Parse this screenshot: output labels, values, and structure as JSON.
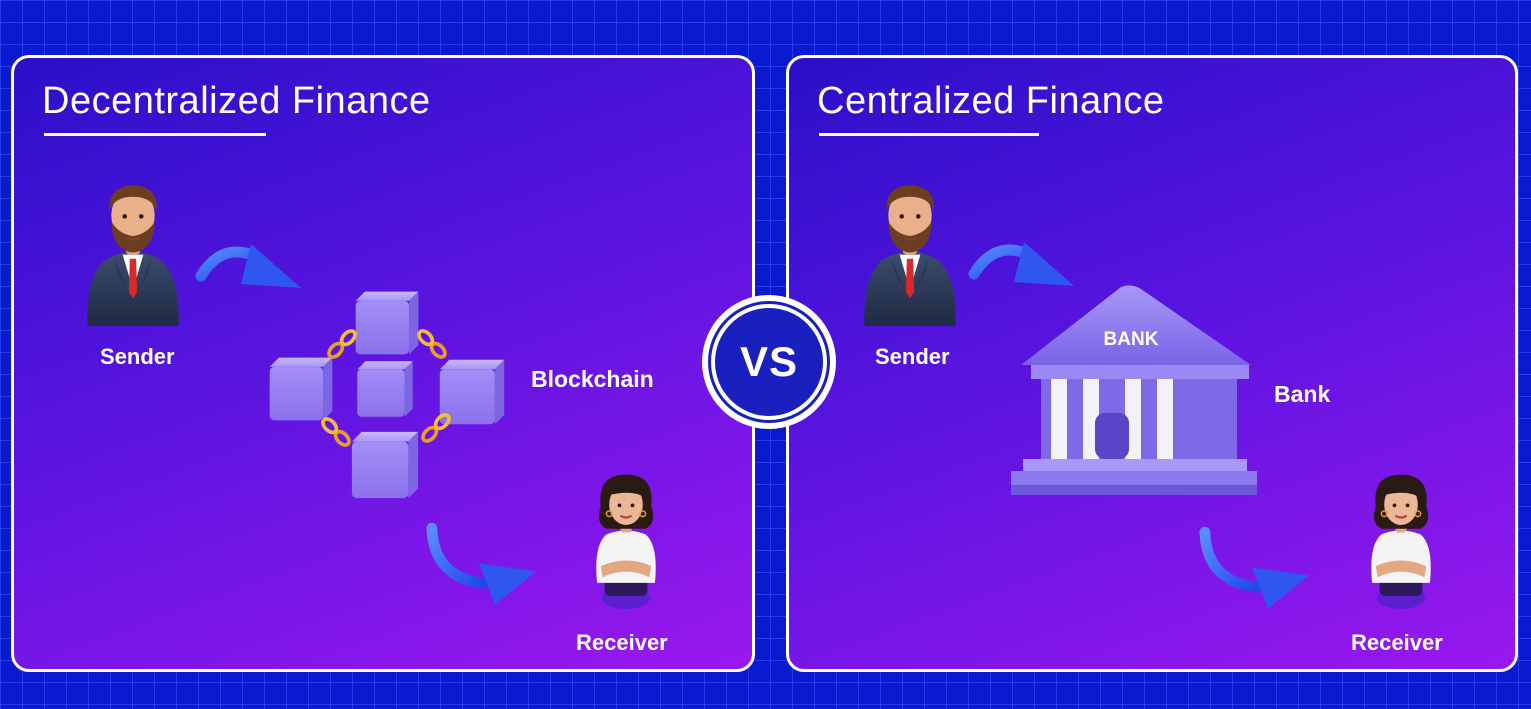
{
  "comparison": {
    "vs_label": "VS",
    "left_panel": {
      "title": "Decentralized Finance",
      "sender_label": "Sender",
      "intermediary_label": "Blockchain",
      "receiver_label": "Receiver"
    },
    "right_panel": {
      "title": "Centralized Finance",
      "sender_label": "Sender",
      "intermediary_label": "Bank",
      "bank_sign": "BANK",
      "receiver_label": "Receiver"
    }
  },
  "colors": {
    "background": "#0a1ad0",
    "panel_gradient_start": "#2a10c8",
    "panel_gradient_end": "#9a18ee",
    "arrow": "#3a6cf5",
    "cube": "#9b85f5",
    "chain": "#e8a020",
    "bank": "#8a78ee"
  },
  "icons": {
    "sender": "businessman-icon",
    "receiver": "woman-icon",
    "blockchain": "blockchain-icon",
    "bank": "bank-building-icon",
    "arrow": "curved-arrow-icon"
  }
}
